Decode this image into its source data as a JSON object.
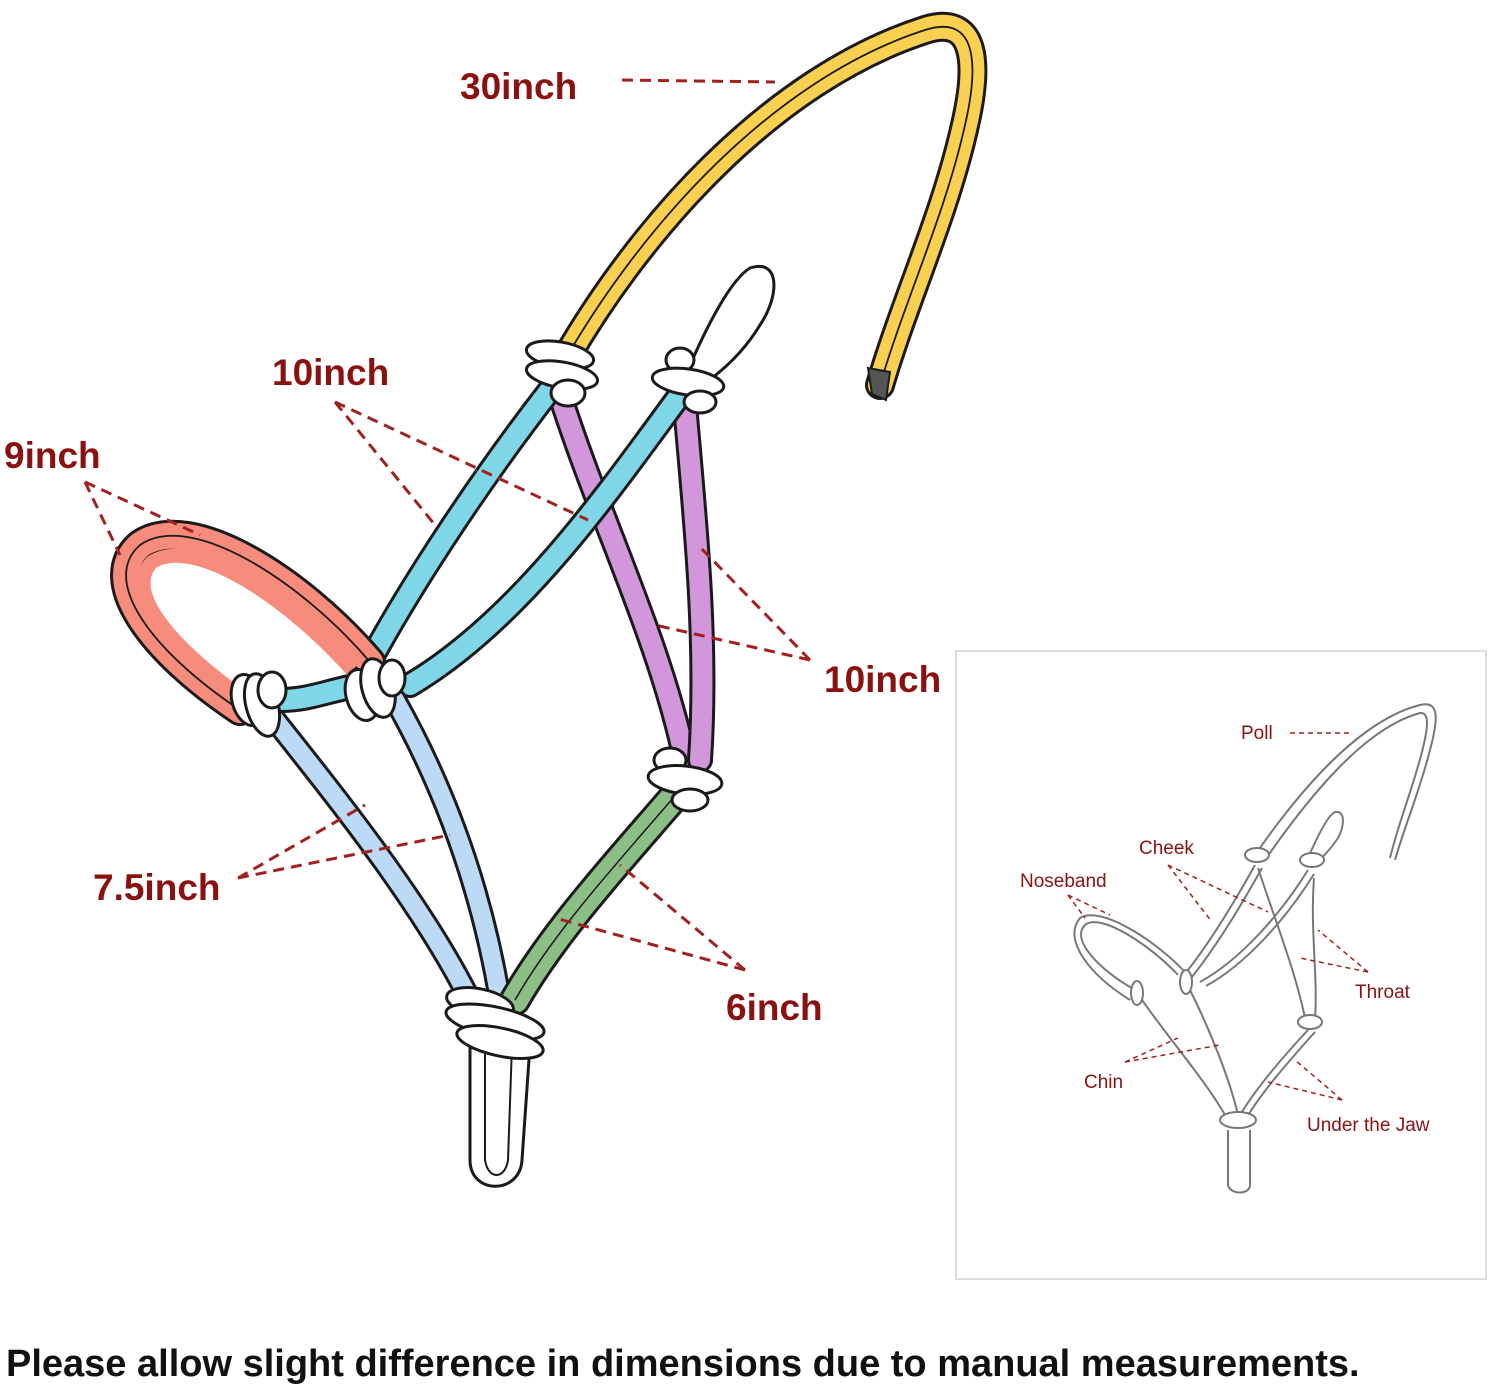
{
  "main_diagram": {
    "labels": {
      "poll_length": "30inch",
      "cheek_length": "10inch",
      "noseband_length": "9inch",
      "throat_length": "10inch",
      "chin_length": "7.5inch",
      "under_jaw_length": "6inch"
    },
    "colors": {
      "poll": "#f9d04f",
      "cheek": "#7fd6e6",
      "noseband": "#f78c7c",
      "throat": "#d296da",
      "chin": "#bcd9f5",
      "under_jaw": "#8cbf86",
      "label": "#8b1111"
    }
  },
  "inset_diagram": {
    "labels": {
      "poll": "Poll",
      "cheek": "Cheek",
      "noseband": "Noseband",
      "throat": "Throat",
      "chin": "Chin",
      "under_jaw": "Under the Jaw"
    }
  },
  "footer": {
    "disclaimer": "Please allow slight difference in dimensions due to manual measurements."
  }
}
